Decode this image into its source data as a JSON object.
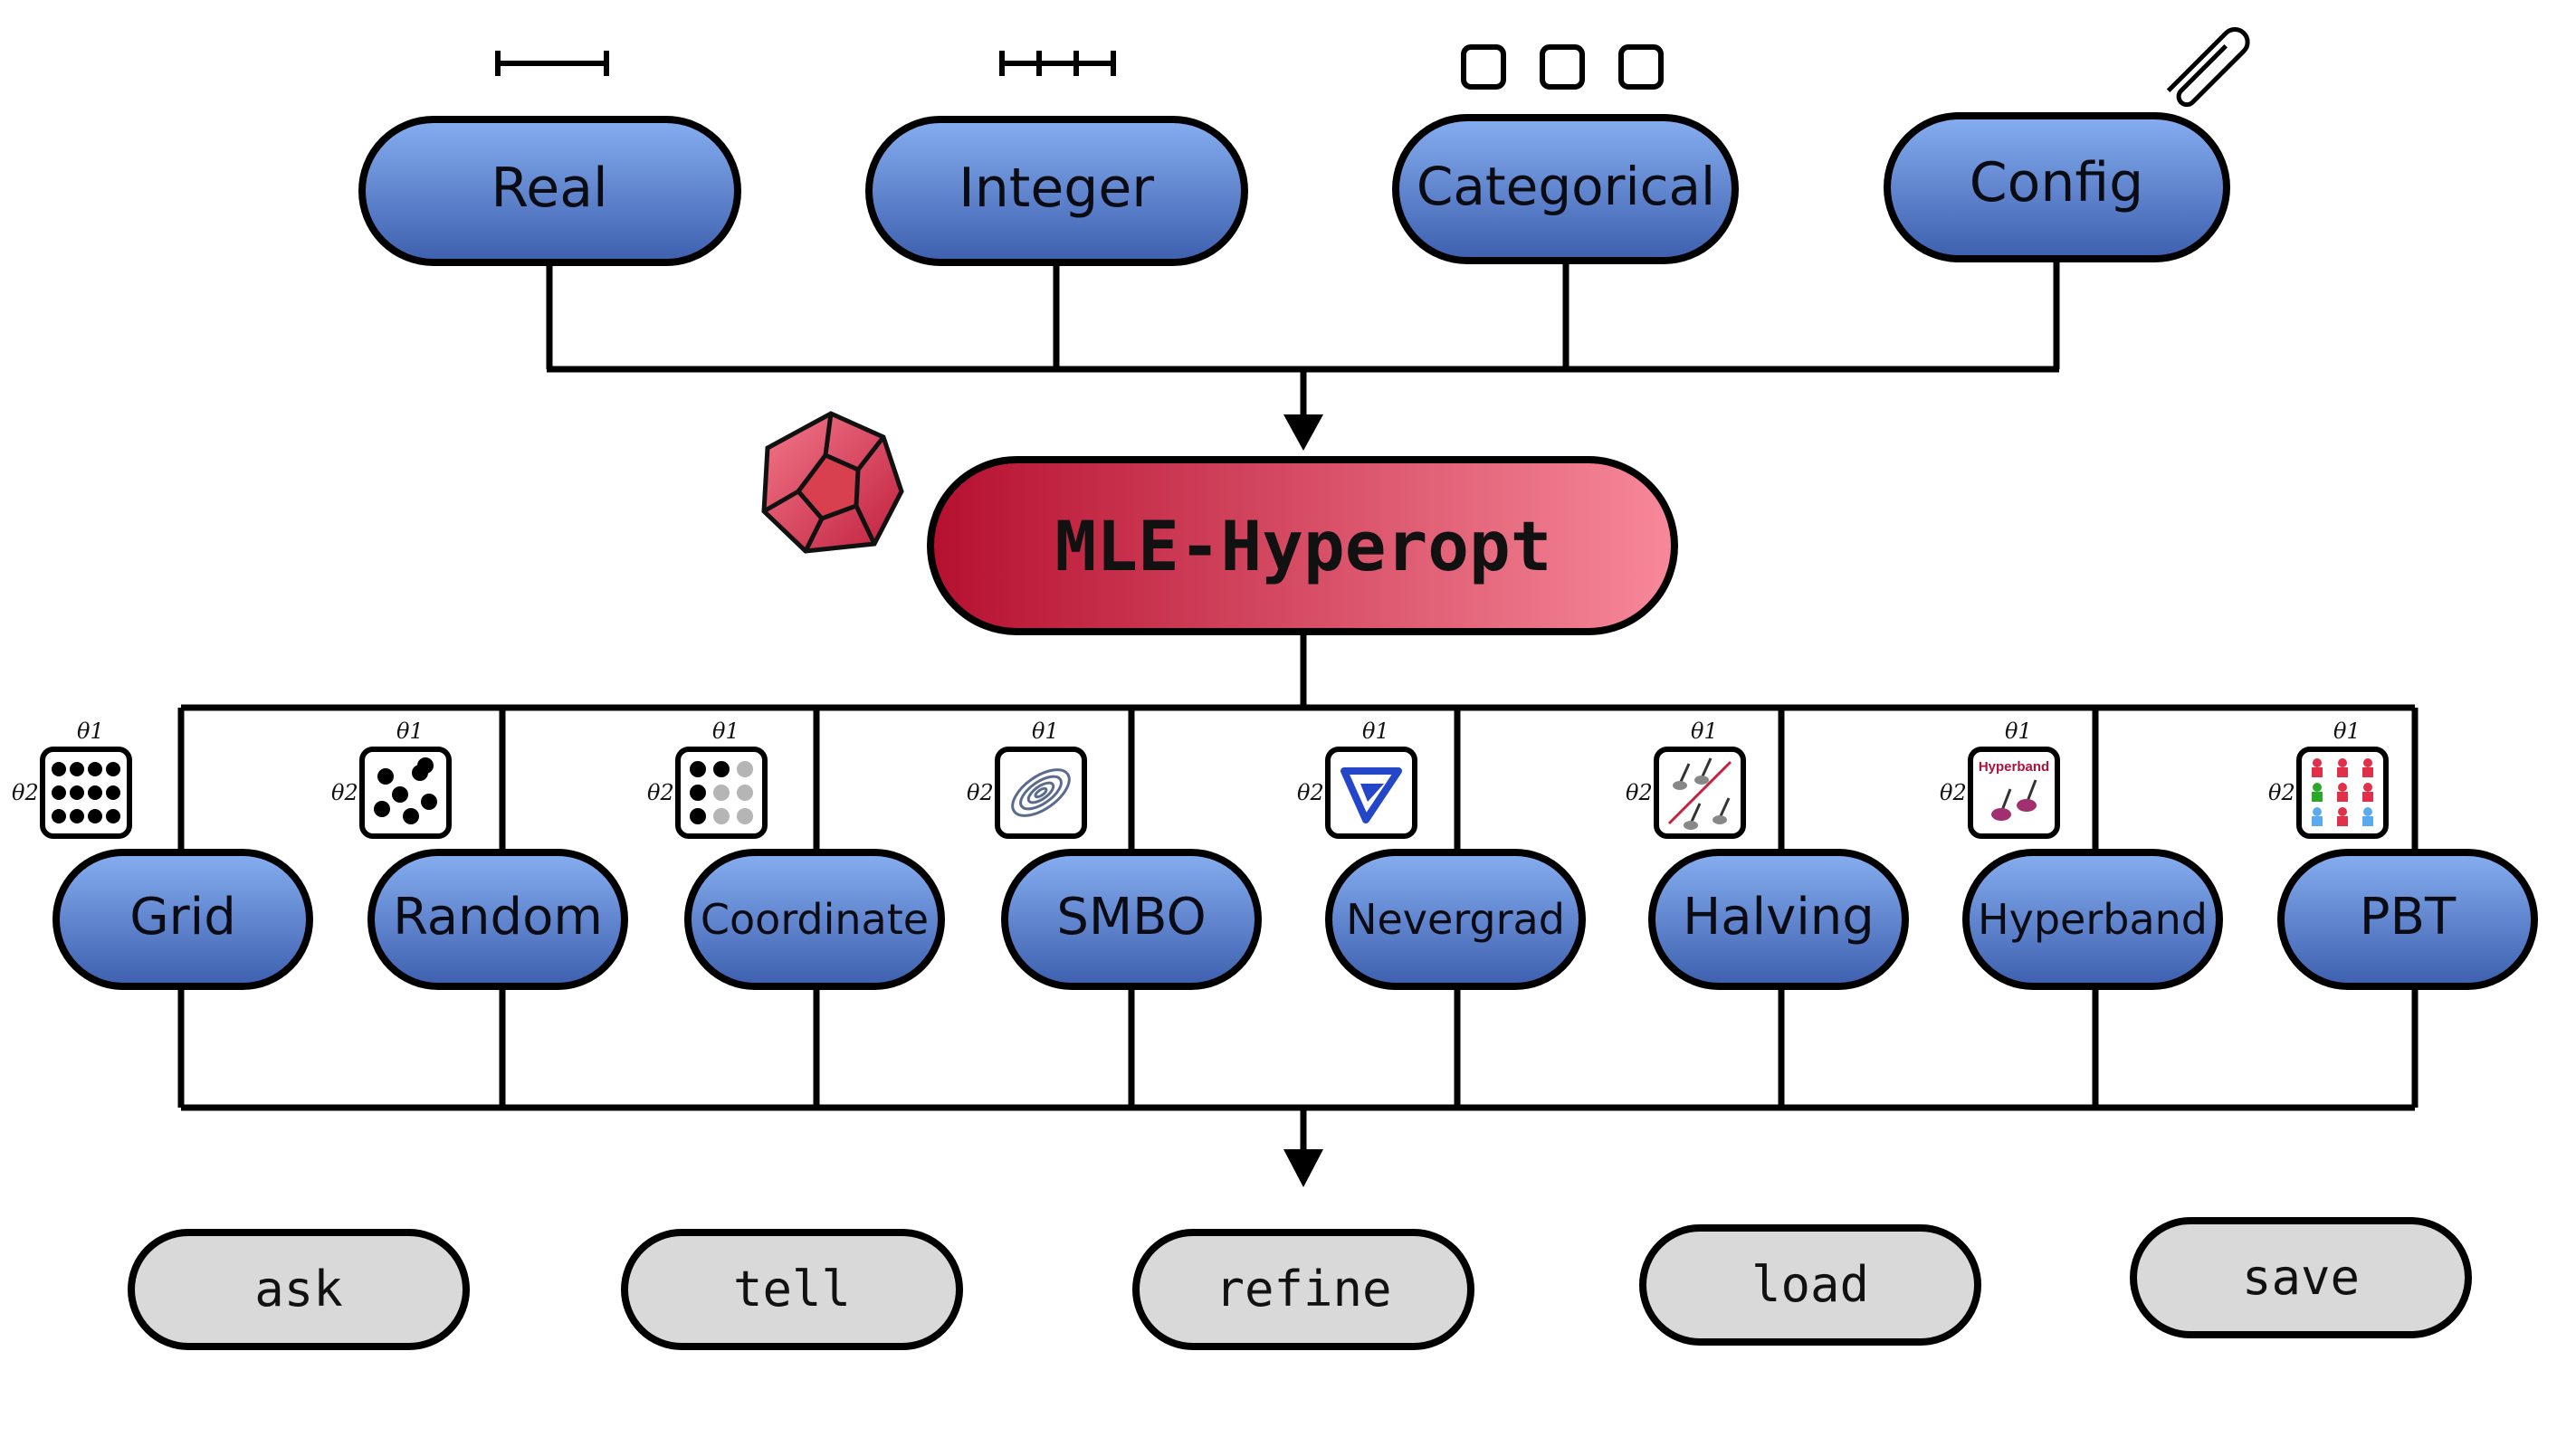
{
  "title": "MLE-Hyperopt",
  "spaces": [
    {
      "label": "Real",
      "icon": "interval-bar-icon"
    },
    {
      "label": "Integer",
      "icon": "integer-ticks-icon"
    },
    {
      "label": "Categorical",
      "icon": "three-boxes-icon"
    },
    {
      "label": "Config",
      "icon": "paperclip-icon"
    }
  ],
  "strategies": [
    {
      "label": "Grid",
      "icon": "grid-dots-icon"
    },
    {
      "label": "Random",
      "icon": "random-dots-icon"
    },
    {
      "label": "Coordinate",
      "icon": "coordinate-dots-icon"
    },
    {
      "label": "SMBO",
      "icon": "contour-ellipses-icon"
    },
    {
      "label": "Nevergrad",
      "icon": "nevergrad-logo-icon"
    },
    {
      "label": "Halving",
      "icon": "halving-icon"
    },
    {
      "label": "Hyperband",
      "icon": "hyperband-icon"
    },
    {
      "label": "PBT",
      "icon": "pbt-population-icon"
    }
  ],
  "icon_labels": {
    "theta1": "θ1",
    "theta2": "θ2",
    "hyperband_badge": "Hyperband"
  },
  "methods": [
    "ask",
    "tell",
    "refine",
    "load",
    "save"
  ],
  "colors": {
    "blue_light": "#86aef0",
    "blue_dark": "#3d5fae",
    "red_dark": "#b5102f",
    "red_light": "#f7899a",
    "gray_pill": "#d9d9d9",
    "line": "#000000"
  }
}
